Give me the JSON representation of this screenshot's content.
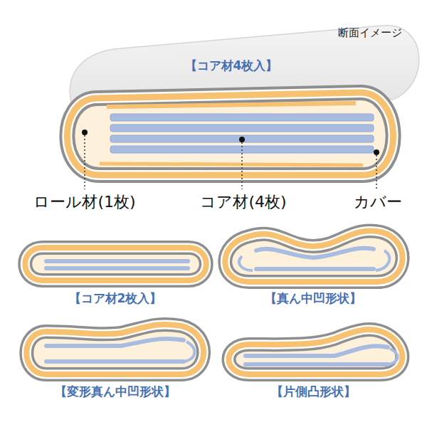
{
  "diagram": {
    "title": "断面イメージ",
    "labels": [
      "【コア材4枚入】",
      "ロール材(1枚)",
      "コア材(4枚)",
      "カバー",
      "【コア材2枚入】",
      "【真ん中凹形状】",
      "【変形真ん中凹形状】",
      "【片側凸形状】"
    ]
  }
}
